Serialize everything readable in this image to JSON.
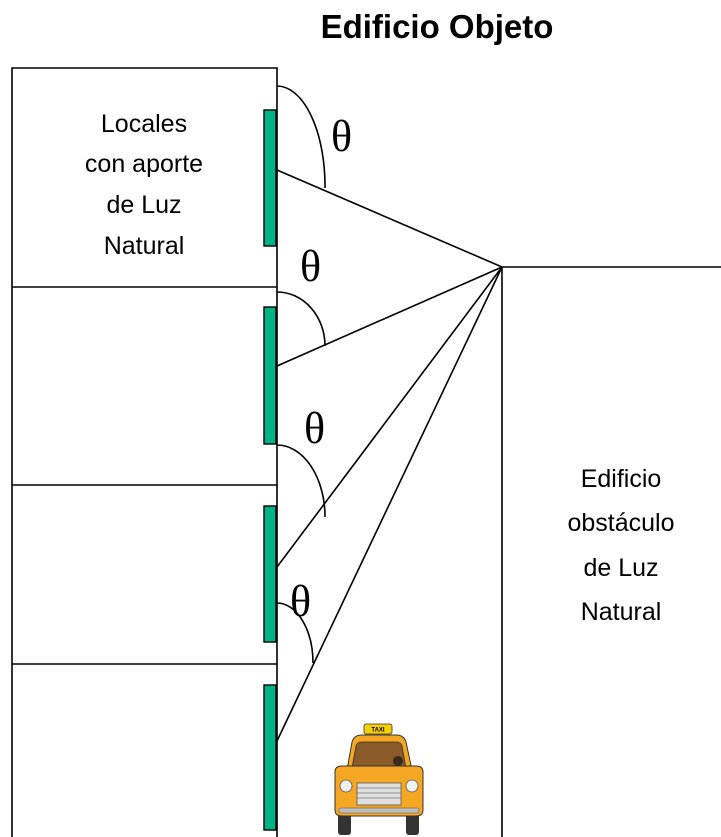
{
  "diagram": {
    "title": "Edificio Objeto",
    "rooms_label": [
      "Locales",
      "con aporte",
      "de Luz",
      "Natural"
    ],
    "obstacle_label": [
      "Edificio",
      "obstáculo",
      "de Luz",
      "Natural"
    ],
    "angle_symbol": "θ",
    "taxi_sign": "TAXI"
  },
  "colors": {
    "window": "#00b386",
    "taxi_body": "#f5a623",
    "lines": "#000000"
  },
  "icons": [
    "taxi-icon"
  ]
}
